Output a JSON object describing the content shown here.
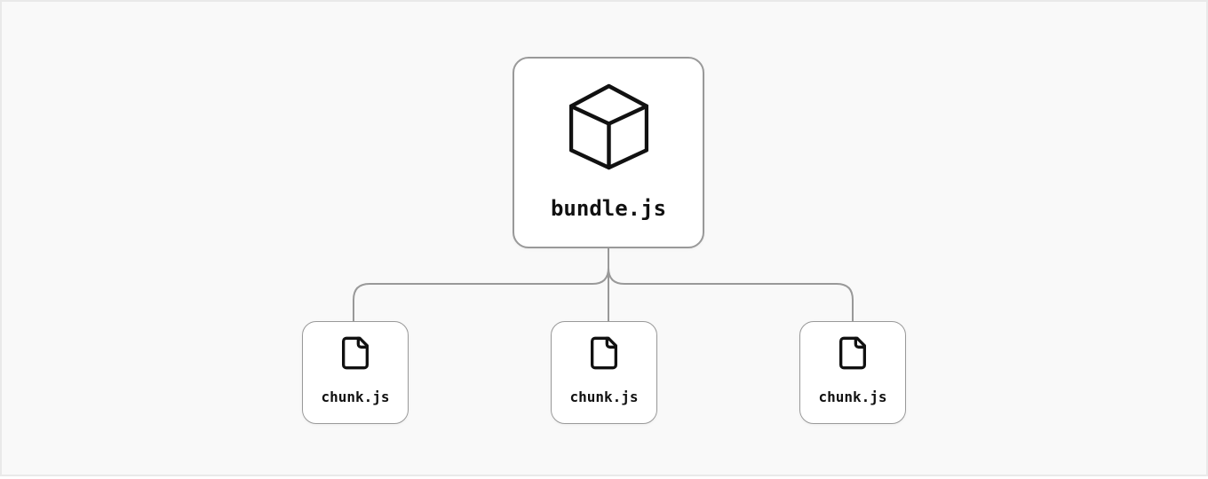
{
  "diagram": {
    "root": {
      "label": "bundle.js",
      "icon": "box-icon"
    },
    "children": [
      {
        "label": "chunk.js",
        "icon": "file-icon"
      },
      {
        "label": "chunk.js",
        "icon": "file-icon"
      },
      {
        "label": "chunk.js",
        "icon": "file-icon"
      }
    ]
  },
  "colors": {
    "canvas_background": "#f9f9f9",
    "canvas_border": "#e9e9e9",
    "node_background": "#ffffff",
    "node_border": "#999999",
    "connector": "#999999",
    "icon_stroke": "#111111",
    "label_text": "#111111"
  }
}
